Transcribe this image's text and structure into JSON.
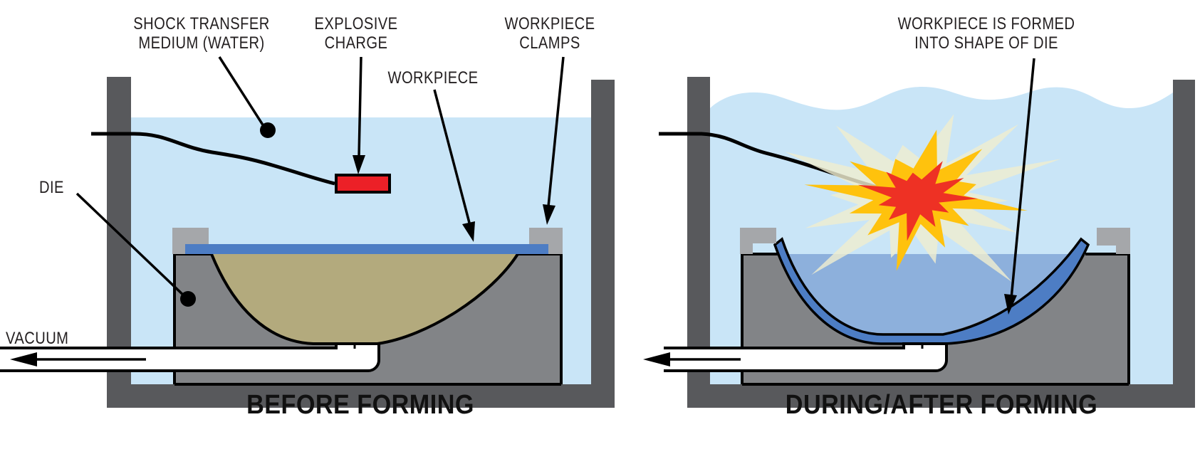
{
  "panels": {
    "before": {
      "caption": "BEFORE FORMING"
    },
    "during": {
      "caption": "DURING/AFTER FORMING"
    }
  },
  "labels": {
    "shock_medium": {
      "line1": "SHOCK TRANSFER",
      "line2": "MEDIUM (WATER)"
    },
    "explosive_charge": {
      "line1": "EXPLOSIVE",
      "line2": "CHARGE"
    },
    "workpiece": "WORKPIECE",
    "workpiece_clamps": {
      "line1": "WORKPIECE",
      "line2": "CLAMPS"
    },
    "die": "DIE",
    "vacuum": "VACUUM",
    "workpiece_formed": {
      "line1": "WORKPIECE IS FORMED",
      "line2": "INTO SHAPE OF DIE"
    }
  },
  "colors": {
    "water": "#c9e5f7",
    "cavity_water": "#8db0dc",
    "workpiece": "#4d7dc4",
    "die": "#828487",
    "clamp": "#a5a7aa",
    "tank": "#58595c",
    "cavity_empty": "#b3aa7d",
    "charge": "#ec2027",
    "explosion_outer": "#efedd0",
    "explosion_mid": "#ffc20d",
    "explosion_core": "#ee3124",
    "pipe": "#ffffff",
    "outline": "#000000"
  }
}
